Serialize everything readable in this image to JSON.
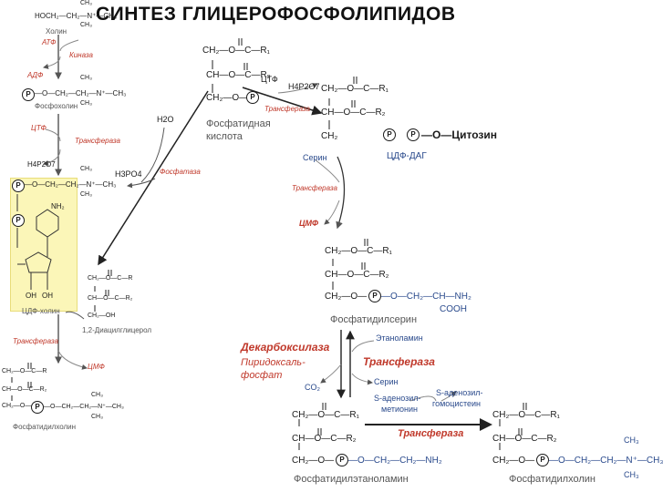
{
  "title": "СИНТЕЗ ГЛИЦЕРОФОСФОЛИПИДОВ",
  "left_column": {
    "choline_formula": "HOCH₂—CH₂—N⁺—CH₃",
    "ch3_top": "CH₃",
    "ch3_bottom": "CH₃",
    "choline_label": "Холин",
    "atp": "АТФ",
    "kinase": "Киназа",
    "adp": "АДФ",
    "phosphocholine_formula": "—O—CH₂—CH₂—N⁺—CH₃",
    "phosphocholine_label": "Фосфохолин",
    "ctp": "ЦТФ",
    "transferase1": "Трансфераза",
    "h4p2o7_left": "H4P2O7",
    "cdp_choline_formula": "—O—CH₂—CH₂—N⁺—CH₃",
    "cdp_choline_label": "ЦДФ-холин",
    "nh2": "NH₂",
    "oh1": "OH",
    "oh2": "OH",
    "transferase2": "Трансфераза",
    "cmp_left": "ЦМФ",
    "phosphatidylcholine_left": "Фосфатидилхолин"
  },
  "center": {
    "pa_r1": "CH₂—O—C—R₁",
    "pa_r2": "CH—O—C—R₂",
    "pa_p": "CH₂—O—",
    "ctp": "ЦТФ",
    "pa_label_1": "Фосфатидная",
    "pa_label_2": "кислота",
    "h2o": "H2O",
    "h3po4": "H3PO4",
    "phosphatase": "Фосфатаза",
    "dag_r": "CH₂—O—C—R",
    "dag_r2": "CH—O—C—R₂",
    "dag_oh": "CH₂—OH",
    "dag_label": "1,2-Диацилглицерол"
  },
  "right_top": {
    "h4p2o7": "H4P2O7",
    "transferase": "Трансфераза",
    "cdp_r1": "CH₂—O—C—R₁",
    "cdp_r2": "CH—O—C—R₂",
    "cdp_p": "CH₂",
    "cytosine": "—O—Цитозин",
    "serine": "Серин",
    "cdp_dag": "ЦДФ-ДАГ",
    "transferase2": "Трансфераза",
    "cmp": "ЦМФ"
  },
  "ps": {
    "r1": "CH₂—O—C—R₁",
    "r2": "CH—O—C—R₂",
    "p": "CH₂—O—",
    "tail": "—O—CH₂—CH—NH₂",
    "cooh": "COOH",
    "label": "Фосфатидилсерин"
  },
  "lower": {
    "decarboxylase": "Декарбоксилаза",
    "pyridoxal_1": "Пиридоксаль-",
    "pyridoxal_2": "фосфат",
    "co2": "CO₂",
    "ethanolamine": "Этаноламин",
    "transferase": "Трансфераза",
    "serine": "Серин",
    "sam_1": "S-аденозил-",
    "sam_2": "метионин",
    "sah_1": "S-аденозил-",
    "sah_2": "гомоцистеин",
    "transferase_bottom": "Трансфераза"
  },
  "pe": {
    "r1": "CH₂—O—C—R₁",
    "r2": "CH—O—C—R₂",
    "p": "CH₂—O—",
    "tail": "—O—CH₂—CH₂—NH₂",
    "label": "Фосфатидилэтаноламин"
  },
  "pc": {
    "r1": "CH₂—O—C—R₁",
    "r2": "CH—O—C—R₂",
    "p": "CH₂—O—",
    "tail": "—O—CH₂—CH₂—N⁺—CH₃",
    "ch3_top": "CH₃",
    "ch3_bottom": "CH₃",
    "label": "Фосфатидилхолин"
  },
  "phosphate_symbol": "P"
}
